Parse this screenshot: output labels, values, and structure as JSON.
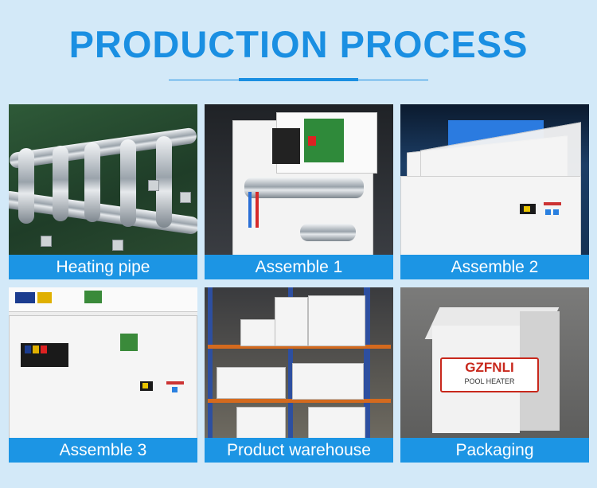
{
  "header": {
    "title": "PRODUCTION PROCESS"
  },
  "tiles": [
    {
      "caption": "Heating pipe"
    },
    {
      "caption": "Assemble 1"
    },
    {
      "caption": "Assemble 2"
    },
    {
      "caption": "Assemble 3"
    },
    {
      "caption": "Product warehouse"
    },
    {
      "caption": "Packaging"
    }
  ],
  "box_logo": {
    "brand": "GZFNLI",
    "subtitle": "POOL HEATER"
  },
  "colors": {
    "accent": "#1a8fe2",
    "caption_bg": "#1c95e4",
    "background": "#d3e9f8"
  }
}
